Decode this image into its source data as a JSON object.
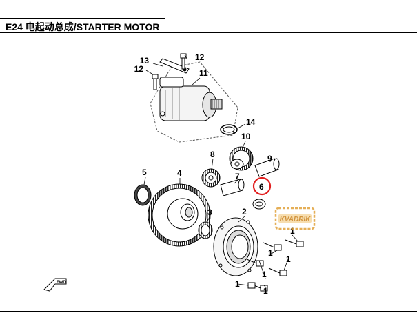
{
  "header": {
    "title": "E24  电起动总成/STARTER MOTOR"
  },
  "diagram": {
    "callouts": {
      "c13": "13",
      "c12a": "12",
      "c12b": "12",
      "c11": "11",
      "c14": "14",
      "c10": "10",
      "c9": "9",
      "c8": "8",
      "c7": "7",
      "c6": "6",
      "c5": "5",
      "c4": "4",
      "c3": "3",
      "c2": "2",
      "c1a": "1",
      "c1b": "1",
      "c1c": "1",
      "c1d": "1",
      "c1e": "1",
      "c1f": "1"
    },
    "highlight_color": "#e11d1d",
    "watermark": "KVADRIK",
    "fwd_label": "FWD"
  }
}
